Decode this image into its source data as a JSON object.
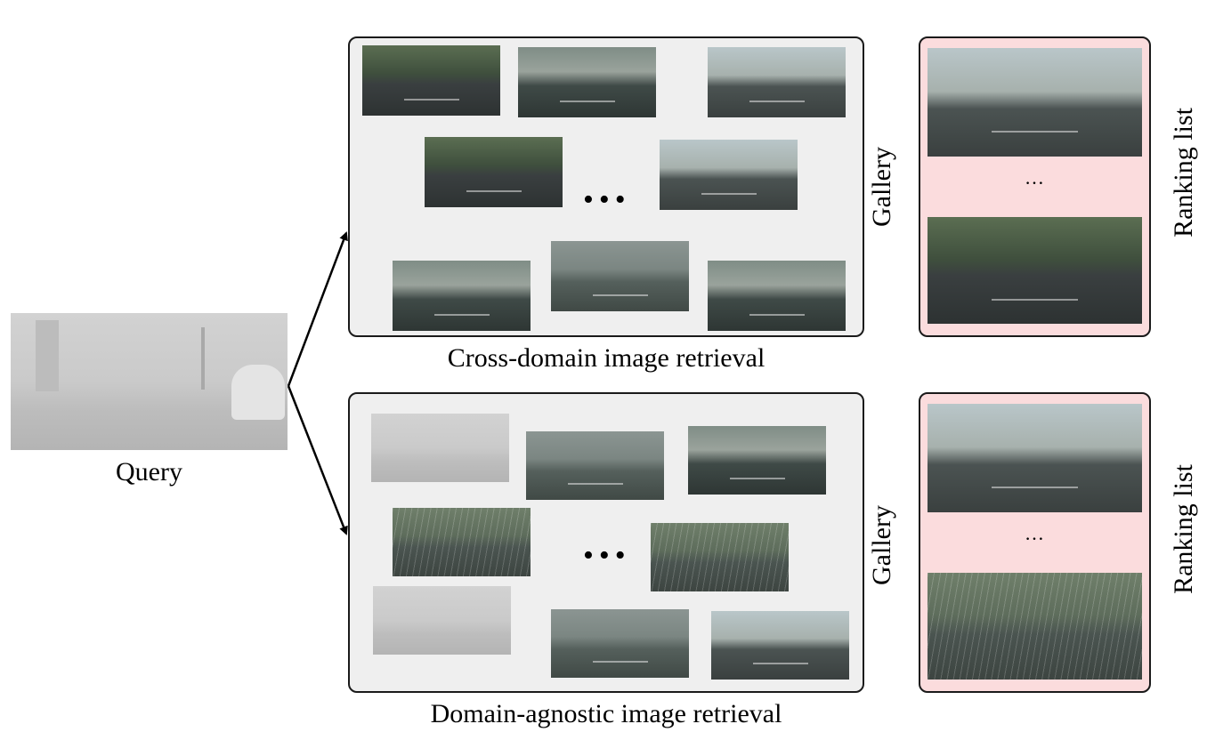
{
  "query": {
    "caption": "Query"
  },
  "top_panel": {
    "caption": "Cross-domain image retrieval",
    "gallery_label": "Gallery",
    "ranking_label": "Ranking list",
    "gallery_ellipsis": "•••",
    "ranking_ellipsis": "…"
  },
  "bottom_panel": {
    "caption": "Domain-agnostic image retrieval",
    "gallery_label": "Gallery",
    "ranking_label": "Ranking list",
    "gallery_ellipsis": "•••",
    "ranking_ellipsis": "…"
  },
  "colors": {
    "gallery_background": "#efefef",
    "ranking_background": "#fbdcdd",
    "border": "#1a1a1a"
  }
}
